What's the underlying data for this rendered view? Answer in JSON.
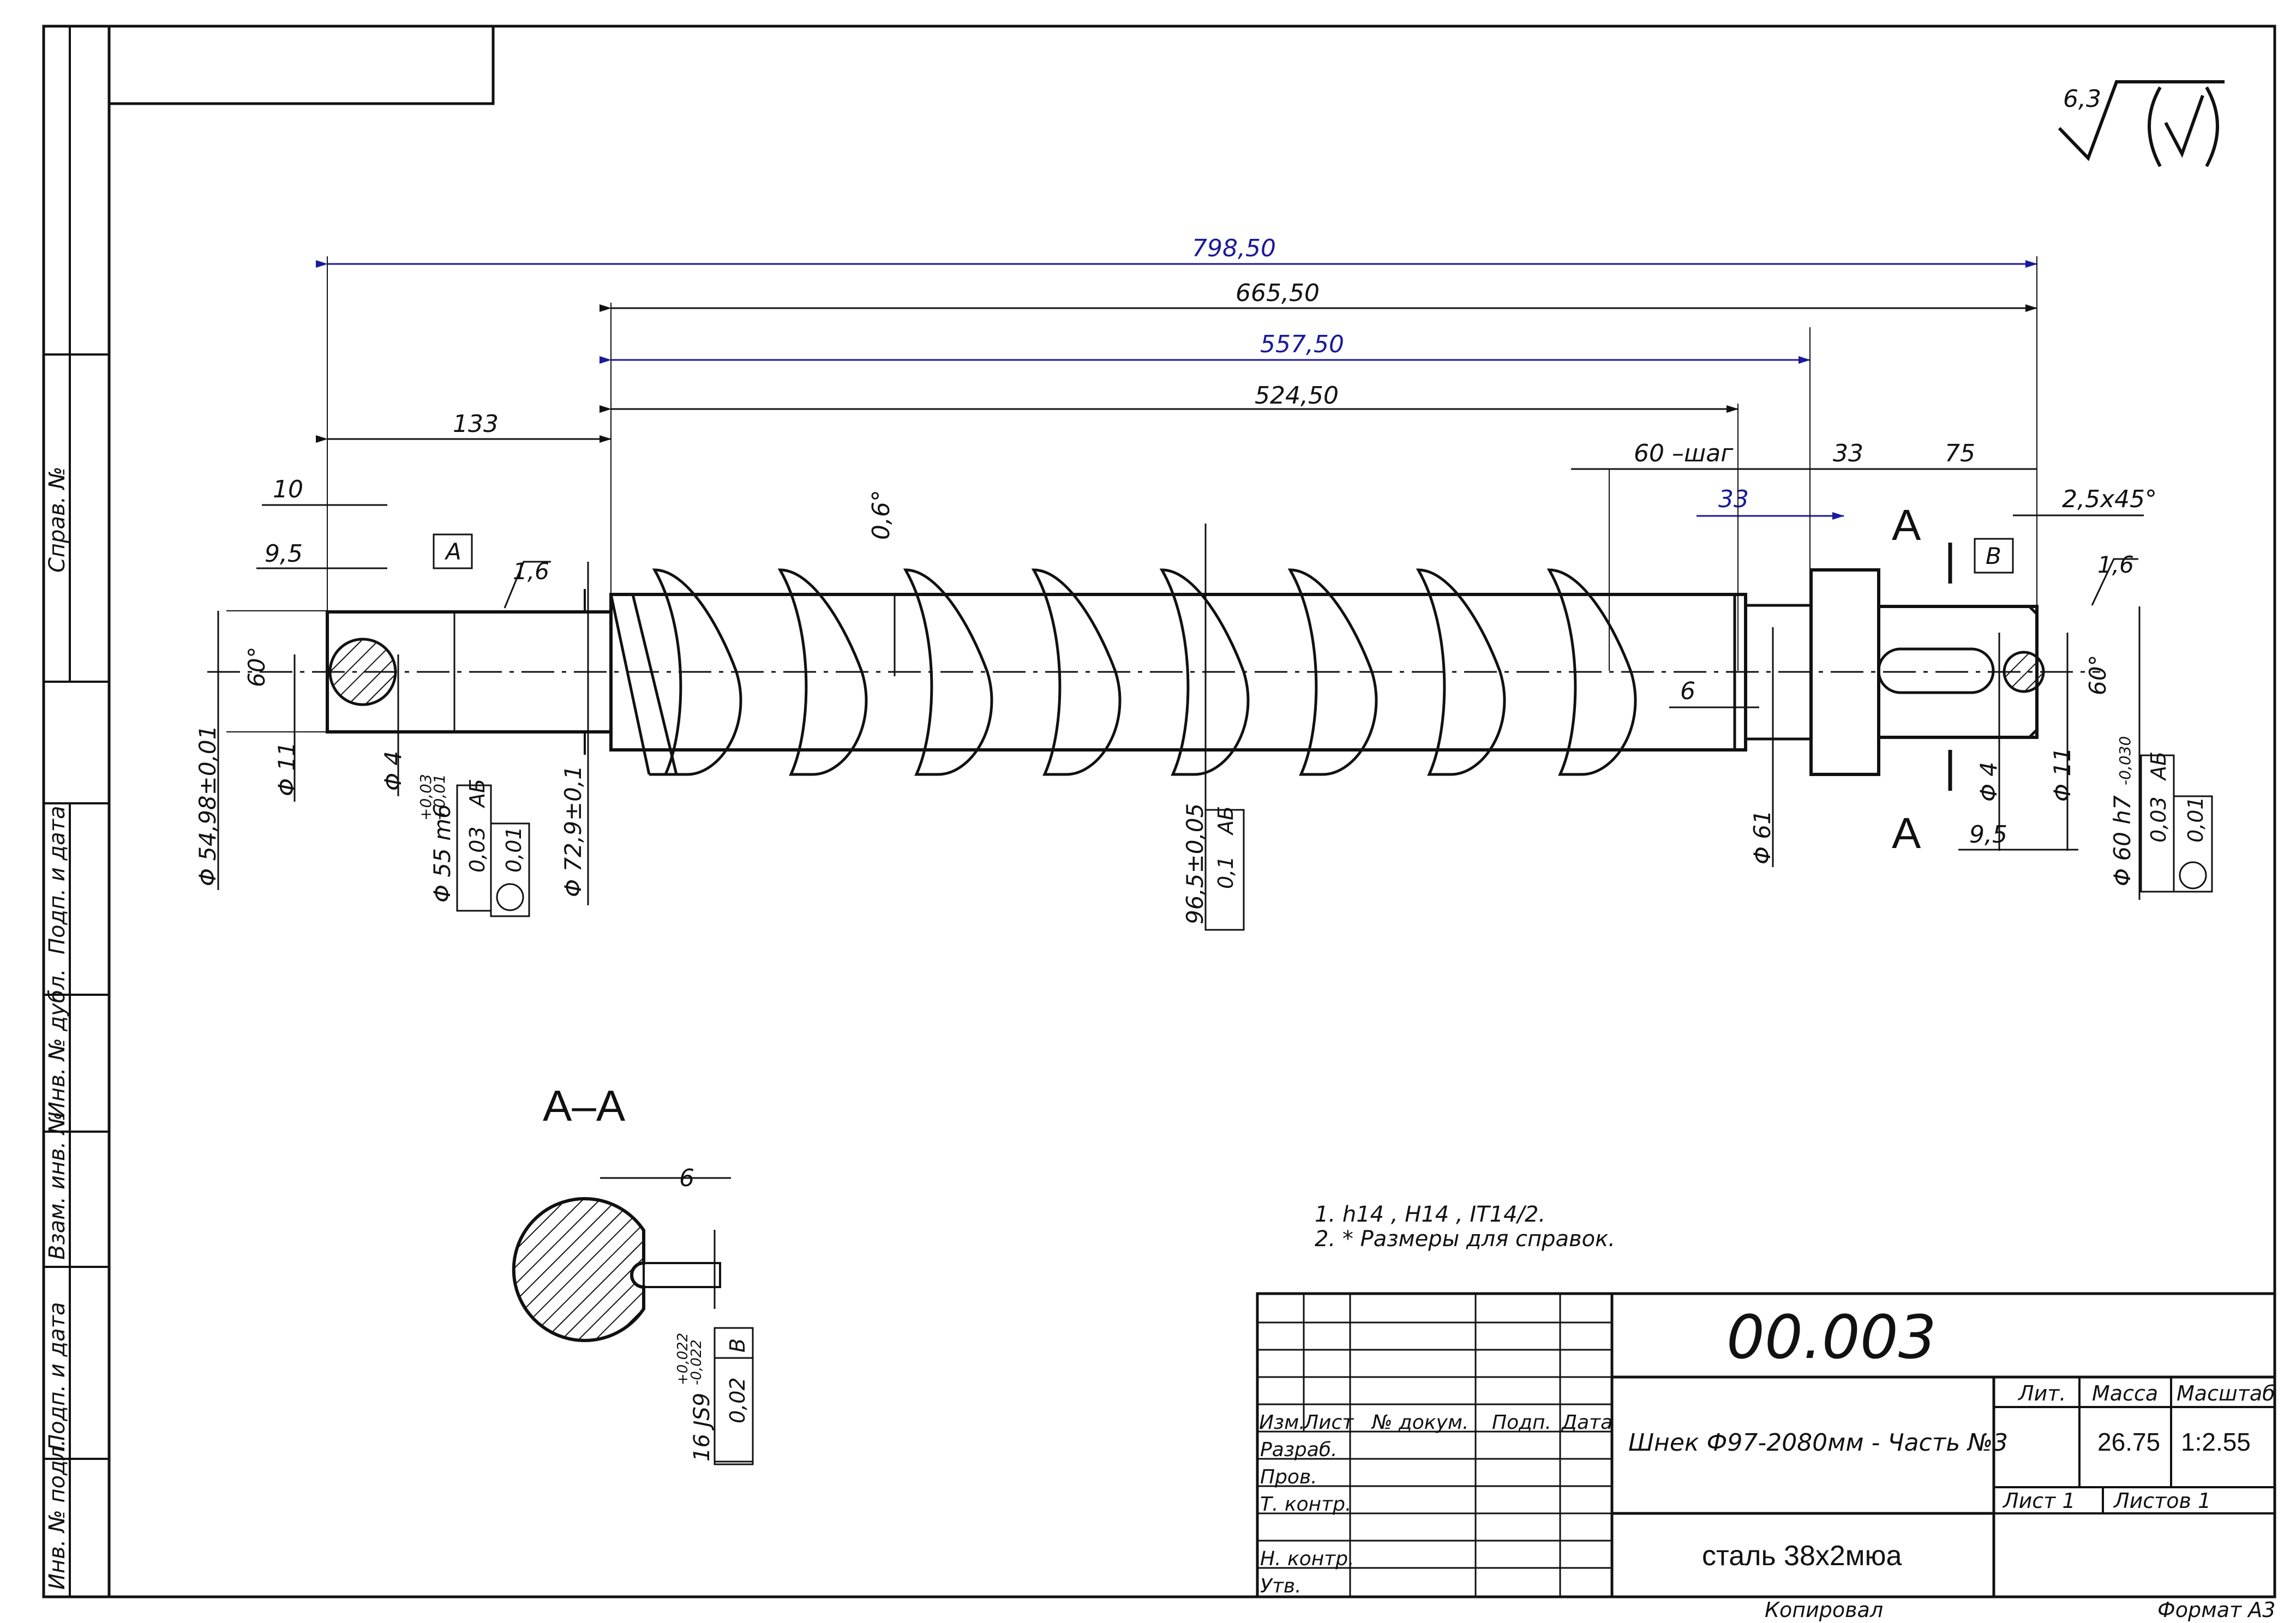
{
  "stamp": {
    "roughness": "6,3"
  },
  "dims": {
    "d798": "798,50",
    "d665": "665,50",
    "d557": "557,50",
    "d524": "524,50",
    "d133": "133",
    "d10": "10",
    "d95": "9,5",
    "d16a": "1,6",
    "d16b": "1,6",
    "d60step": "60 –шаг",
    "d33a": "33",
    "d33b": "33",
    "d75": "75",
    "chamfer": "2,5x45°",
    "d06": "0,6°",
    "d6": "6",
    "ang60a": "60°",
    "ang60b": "60°",
    "phi11a": "Φ 11",
    "phi4a": "Φ 4",
    "phi5498": "Φ 54,98±0,01",
    "phi55": "Φ 55 m6",
    "phi55tol_up": "+0,03",
    "phi55tol_dn": "+0,01",
    "phi729": "Φ 72,9±0,1",
    "d965": "96,5±0,05",
    "phi61": "Φ 61",
    "phi4b": "Φ 4",
    "phi11b": "Φ 11",
    "d95b": "9,5",
    "phi60": "Φ 60 h7",
    "phi60tol": "-0,030",
    "tol003a": "0,03",
    "tol001a": "0,01",
    "tolAB": "АБ",
    "tol01": "0,1",
    "tolAB2": "АБ",
    "tol003b": "0,03",
    "tol001b": "0,01",
    "tolAB3": "АБ",
    "baseA": "А",
    "baseB": "В",
    "secA1": "А",
    "secA2": "А"
  },
  "section": {
    "title": "А–А",
    "d6": "6",
    "js9": "16 JS9",
    "js9_up": "+0,022",
    "js9_dn": "-0,022",
    "sym": "0,02",
    "symB": "В"
  },
  "notes": [
    "1.     h14 , H14 , IT14/2.",
    "2.        * Размеры для справок."
  ],
  "side_labels": [
    "Справ. №",
    "Подп. и дата",
    "Инв. № дубл.",
    "Взам. инв. №",
    "Подп. и дата",
    "Инв. № подл."
  ],
  "title_block": {
    "code": "00.003",
    "name": "Шнек Ф97-2080мм - Часть №3",
    "material": "сталь 38х2мюа",
    "headers": {
      "izm": "Изм.",
      "list": "Лист",
      "doc": "№ докум.",
      "podp": "Подп.",
      "data": "Дата"
    },
    "rows": [
      "Разраб.",
      "Пров.",
      "Т. контр.",
      "Н. контр.",
      "Утв."
    ],
    "lit": "Лит.",
    "massa": "Масса",
    "masshtab": "Масштаб",
    "mass_value": "26.75",
    "scale_value": "1:2.55",
    "sheet": "Лист 1",
    "sheets": "Листов 1",
    "copied": "Копировал",
    "format": "Формат А3"
  }
}
